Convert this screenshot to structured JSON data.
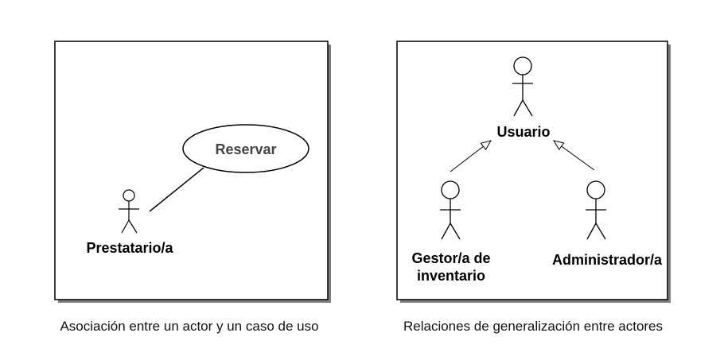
{
  "left_panel": {
    "use_case": "Reservar",
    "actor": "Prestatario/a",
    "caption": "Asociación entre un actor y un caso de uso"
  },
  "right_panel": {
    "parent_actor": "Usuario",
    "child_actor_1_line1": "Gestor/a de",
    "child_actor_1_line2": "inventario",
    "child_actor_2": "Administrador/a",
    "caption": "Relaciones de generalización entre actores"
  },
  "colors": {
    "stroke": "#000000",
    "shadow": "#7f7f7f",
    "usecase_text": "#444444",
    "background": "#ffffff"
  }
}
